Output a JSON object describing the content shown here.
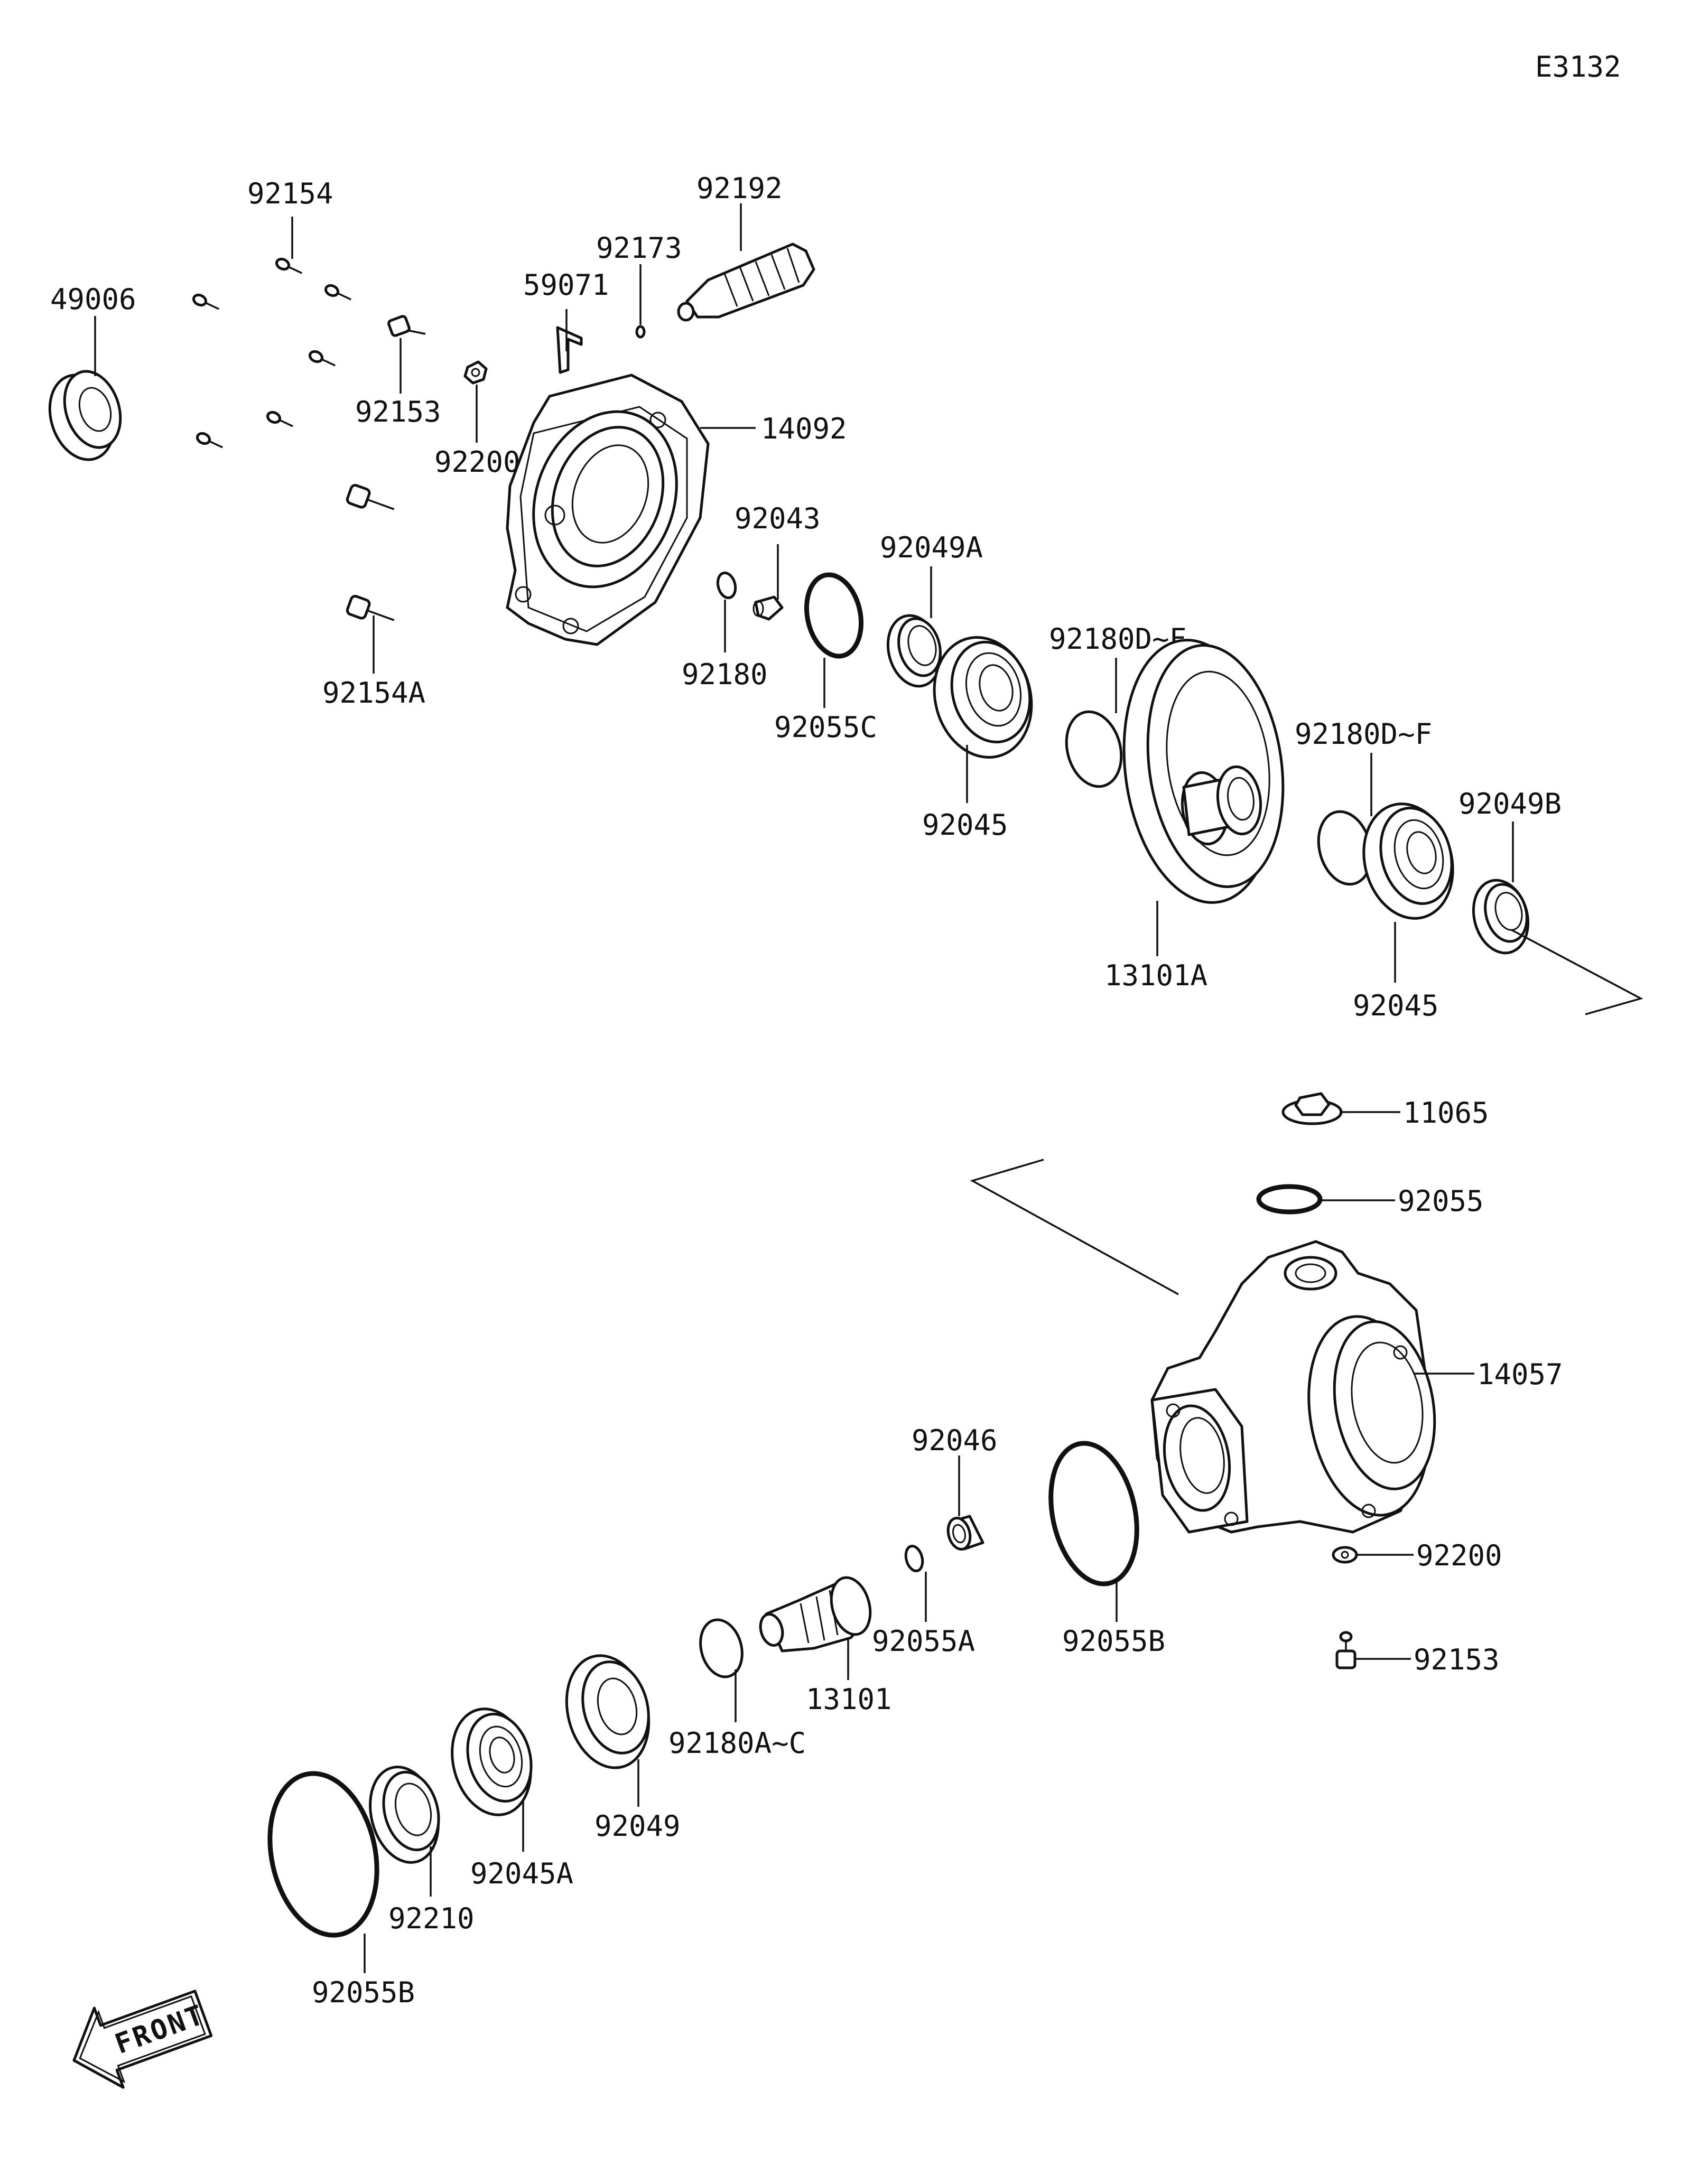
{
  "diagram_id": "E3132",
  "front_label": "FRONT",
  "parts": {
    "p92154": "92154",
    "p92192": "92192",
    "p92173": "92173",
    "p49006": "49006",
    "p59071": "59071",
    "p92153": "92153",
    "p92200": "92200",
    "p14092": "14092",
    "p92043": "92043",
    "p92049A": "92049A",
    "p92180": "92180",
    "p92055C": "92055C",
    "p92154A": "92154A",
    "p92180DF_1": "92180D~F",
    "p92045_1": "92045",
    "p92180DF_2": "92180D~F",
    "p92049B": "92049B",
    "p13101A": "13101A",
    "p92045_2": "92045",
    "p11065": "11065",
    "p92055": "92055",
    "p14057": "14057",
    "p92046": "92046",
    "p92200_2": "92200",
    "p92153_2": "92153",
    "p92055A": "92055A",
    "p92055B_1": "92055B",
    "p13101": "13101",
    "p92180AC": "92180A~C",
    "p92049": "92049",
    "p92045A": "92045A",
    "p92210": "92210",
    "p92055B_2": "92055B"
  }
}
